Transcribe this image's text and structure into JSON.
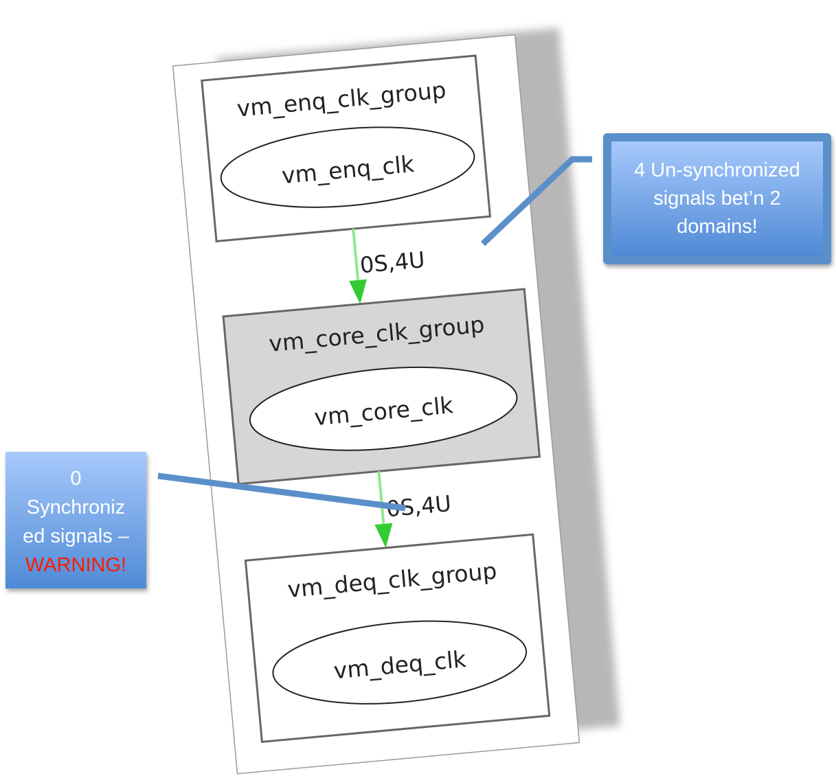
{
  "diagram": {
    "clusters": [
      {
        "id": "enq",
        "label": "vm_enq_clk_group",
        "node": "vm_enq_clk",
        "fill": "#ffffff"
      },
      {
        "id": "core",
        "label": "vm_core_clk_group",
        "node": "vm_core_clk",
        "fill": "#d6d6d6"
      },
      {
        "id": "deq",
        "label": "vm_deq_clk_group",
        "node": "vm_deq_clk",
        "fill": "#ffffff"
      }
    ],
    "edges": [
      {
        "from": "enq",
        "to": "core",
        "label": "0S,4U",
        "color": "#33cc33"
      },
      {
        "from": "core",
        "to": "deq",
        "label": "0S,4U",
        "color": "#33cc33"
      }
    ]
  },
  "callouts": {
    "right": {
      "lines": [
        "4 Un-synchronized",
        "signals bet’n 2",
        "domains!"
      ]
    },
    "left": {
      "lines": [
        "0",
        "Synchroniz",
        "ed signals –"
      ],
      "warning": "WARNING!"
    }
  },
  "colors": {
    "callout_line": "#5b8fc9",
    "warning": "#ff1a00",
    "edge": "#33cc33"
  }
}
